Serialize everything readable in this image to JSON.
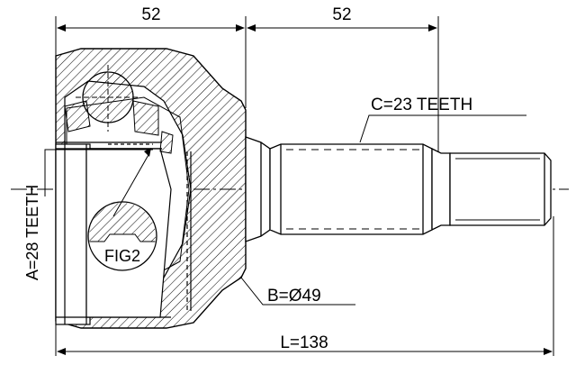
{
  "dimensions": {
    "left_length": "52",
    "right_length": "52",
    "total_length": "L=138",
    "outer_diameter": "B=Ø49",
    "shaft_spline": "C=23 TEETH",
    "hub_spline": "A=28 TEETH"
  },
  "callouts": {
    "figure": "FIG2"
  },
  "colors": {
    "line": "#000000",
    "background": "#ffffff"
  }
}
